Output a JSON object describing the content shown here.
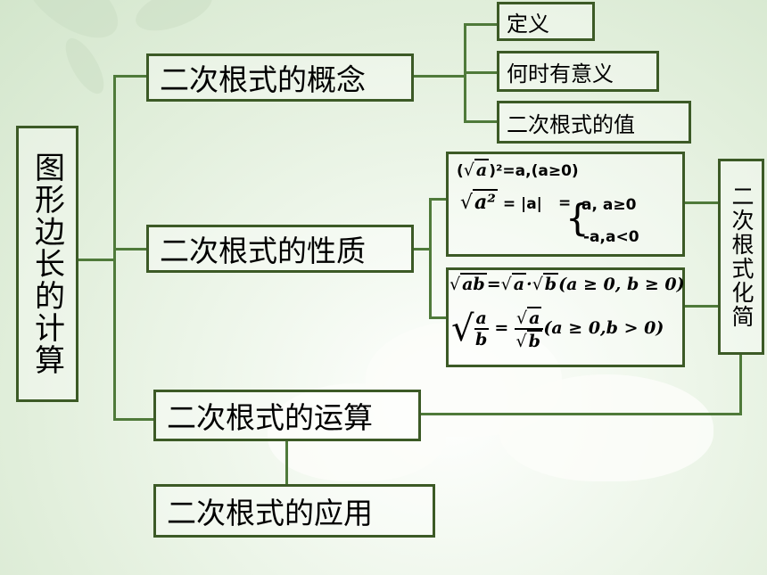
{
  "root": {
    "label": "图形边长的计算"
  },
  "branches": {
    "concept": "二次根式的概念",
    "property": "二次根式的性质",
    "operation": "二次根式的运算",
    "application": "二次根式的应用"
  },
  "concept_children": [
    "定义",
    "何时有意义",
    "二次根式的值"
  ],
  "simplify": {
    "label": "二次根式化简"
  },
  "property_formulas": {
    "f1_rest": ")²=a,(a≥0)",
    "f2_rest": " = |a|",
    "f2_case1": "a, a≥0",
    "f2_case2": "-a,a<0",
    "f3_cond": "(a ≥ 0,  b ≥ 0)",
    "f4_cond": "(a ≥ 0,b > 0)"
  }
}
